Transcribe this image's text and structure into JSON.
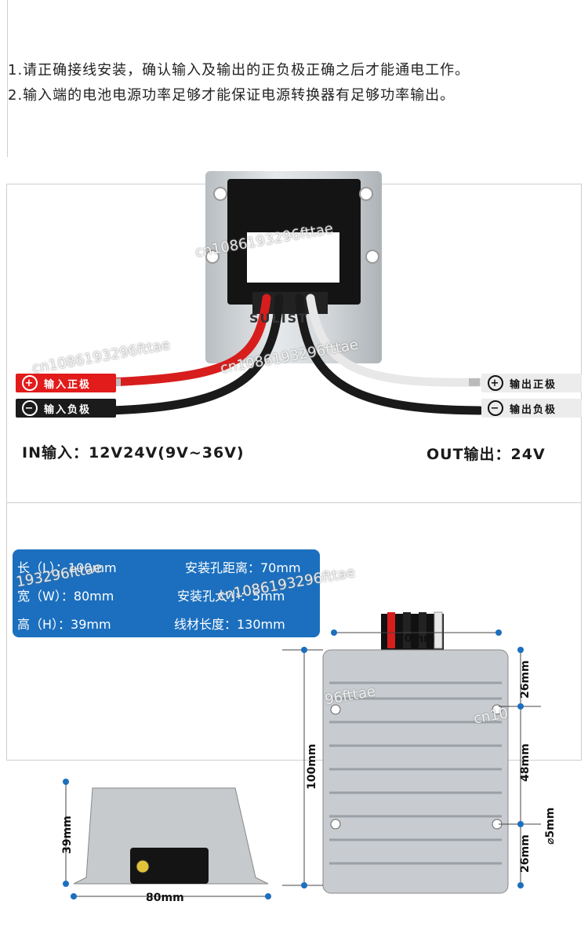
{
  "notes": [
    "1.请正确接线安装，确认输入及输出的正负极正确之后才能通电工作。",
    "2.输入端的电池电源功率足够才能保证电源转换器有足够功率输出。"
  ],
  "product": {
    "brand": "SULIST",
    "labels": {
      "input_positive": {
        "symbol": "+",
        "text": "输入正极"
      },
      "input_negative": {
        "symbol": "−",
        "text": "输入负极"
      },
      "output_positive": {
        "symbol": "+",
        "text": "输出正极"
      },
      "output_negative": {
        "symbol": "−",
        "text": "输出负极"
      }
    },
    "input_text": "IN输入：12V24V(9V~36V)",
    "output_text": "OUT输出：24V"
  },
  "specs": {
    "length": "长（L）：100mm",
    "width": "宽（W）：80mm",
    "height": "高（H）：39mm",
    "hole_distance": "安装孔距离：70mm",
    "hole_size": "安装孔大小：5mm",
    "cable_length": "线材长度：130mm"
  },
  "dimensions": {
    "top_width": "70mm",
    "side_length": "100mm",
    "seg_top": "26mm",
    "seg_mid": "48mm",
    "seg_bottom": "26mm",
    "hole_diameter": "⌀5mm",
    "side_height": "39mm",
    "side_width": "80mm"
  },
  "watermarks": [
    "cn1086193296fttae",
    "cn1086193296fttae",
    "cn1086193296fttae",
    "193296fttae",
    "cn1086193296fttae",
    "96fttae",
    "cn10"
  ],
  "colors": {
    "spec_panel": "#1b6fbe",
    "red_tag": "#e21b1b",
    "black_tag": "#1b1b1b",
    "dim_marker": "#1b6fbe"
  }
}
